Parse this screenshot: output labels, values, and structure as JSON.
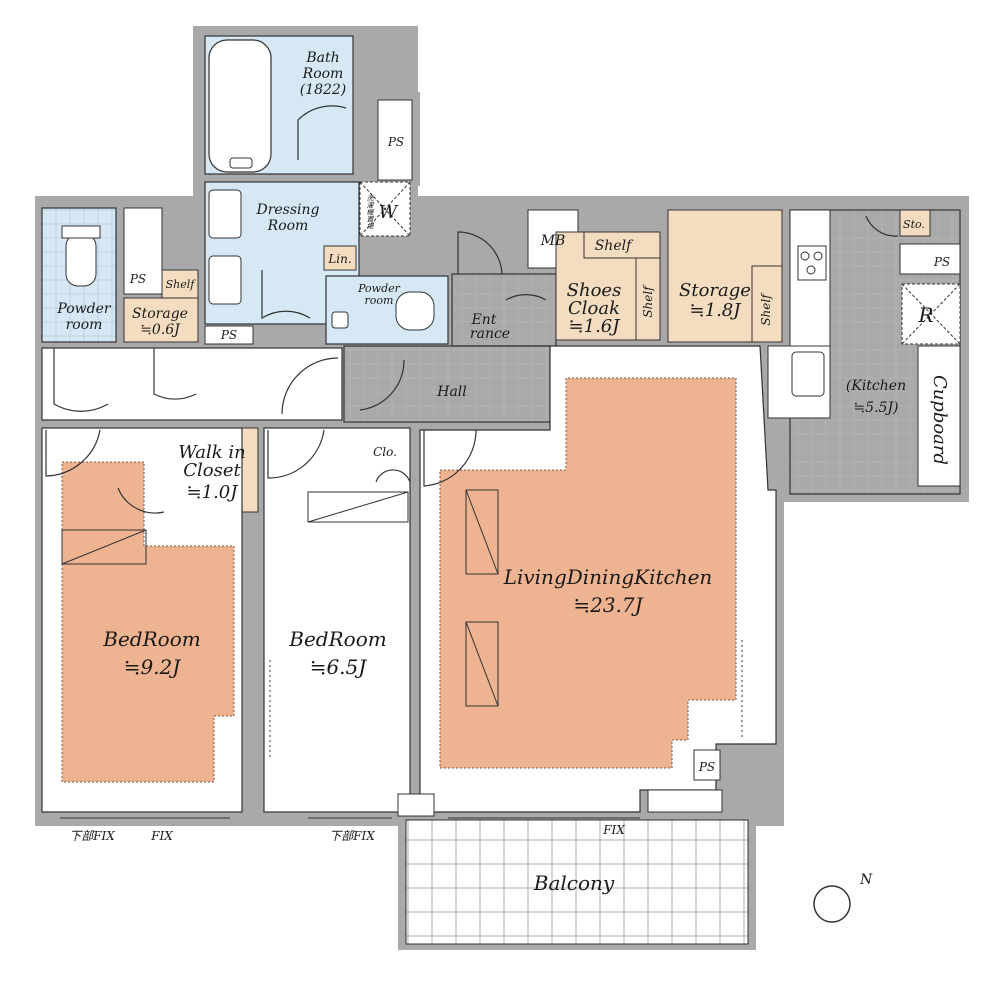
{
  "colors": {
    "wall": "#a9a9a9",
    "wet": "#d5e8f3",
    "storage": "#f3dcc0",
    "room": "#eeb391",
    "floor": "#ffffff",
    "line": "#333333"
  },
  "rooms": {
    "bath": "Bath",
    "bath2": "Room",
    "bath_size": "(1822)",
    "dressing": "Dressing",
    "dressing2": "Room",
    "washer": "W",
    "washer_note": "洗濯機置場",
    "lin": "Lin.",
    "powder_left": "Powder",
    "powder_left2": "room",
    "powder_mid": "Powder",
    "powder_mid2": "room",
    "storage_small": "Storage",
    "storage_small_size": "≒0.6J",
    "shelf_left": "Shelf",
    "ps_1": "PS",
    "ps_2": "PS",
    "ps_3": "PS",
    "ps_4": "PS",
    "ps_5": "PS",
    "mb": "MB",
    "shelf_shoes": "Shelf",
    "shoes": "Shoes",
    "shoes2": "Cloak",
    "shoes_size": "≒1.6J",
    "shelf_shoes_v": "Shelf",
    "storage_big": "Storage",
    "storage_big_size": "≒1.8J",
    "shelf_storage_v": "Shelf",
    "sto": "Sto.",
    "fridge": "R",
    "kitchen": "(Kitchen",
    "kitchen_size": "≒5.5J)",
    "cupboard": "Cupboard",
    "entrance": "Ent",
    "entrance2": "rance",
    "hall": "Hall",
    "walkin": "Walk in",
    "walkin2": "Closet",
    "walkin_size": "≒1.0J",
    "clo": "Clo.",
    "bed1": "BedRoom",
    "bed1_size": "≒9.2J",
    "bed2": "BedRoom",
    "bed2_size": "≒6.5J",
    "ldk": "LivingDiningKitchen",
    "ldk_size": "≒23.7J",
    "balcony": "Balcony"
  },
  "window_labels": {
    "fix_lower_1": "下部FIX",
    "fix_1": "FIX",
    "fix_lower_2": "下部FIX",
    "fix_2": "FIX"
  },
  "compass": {
    "north": "N"
  }
}
